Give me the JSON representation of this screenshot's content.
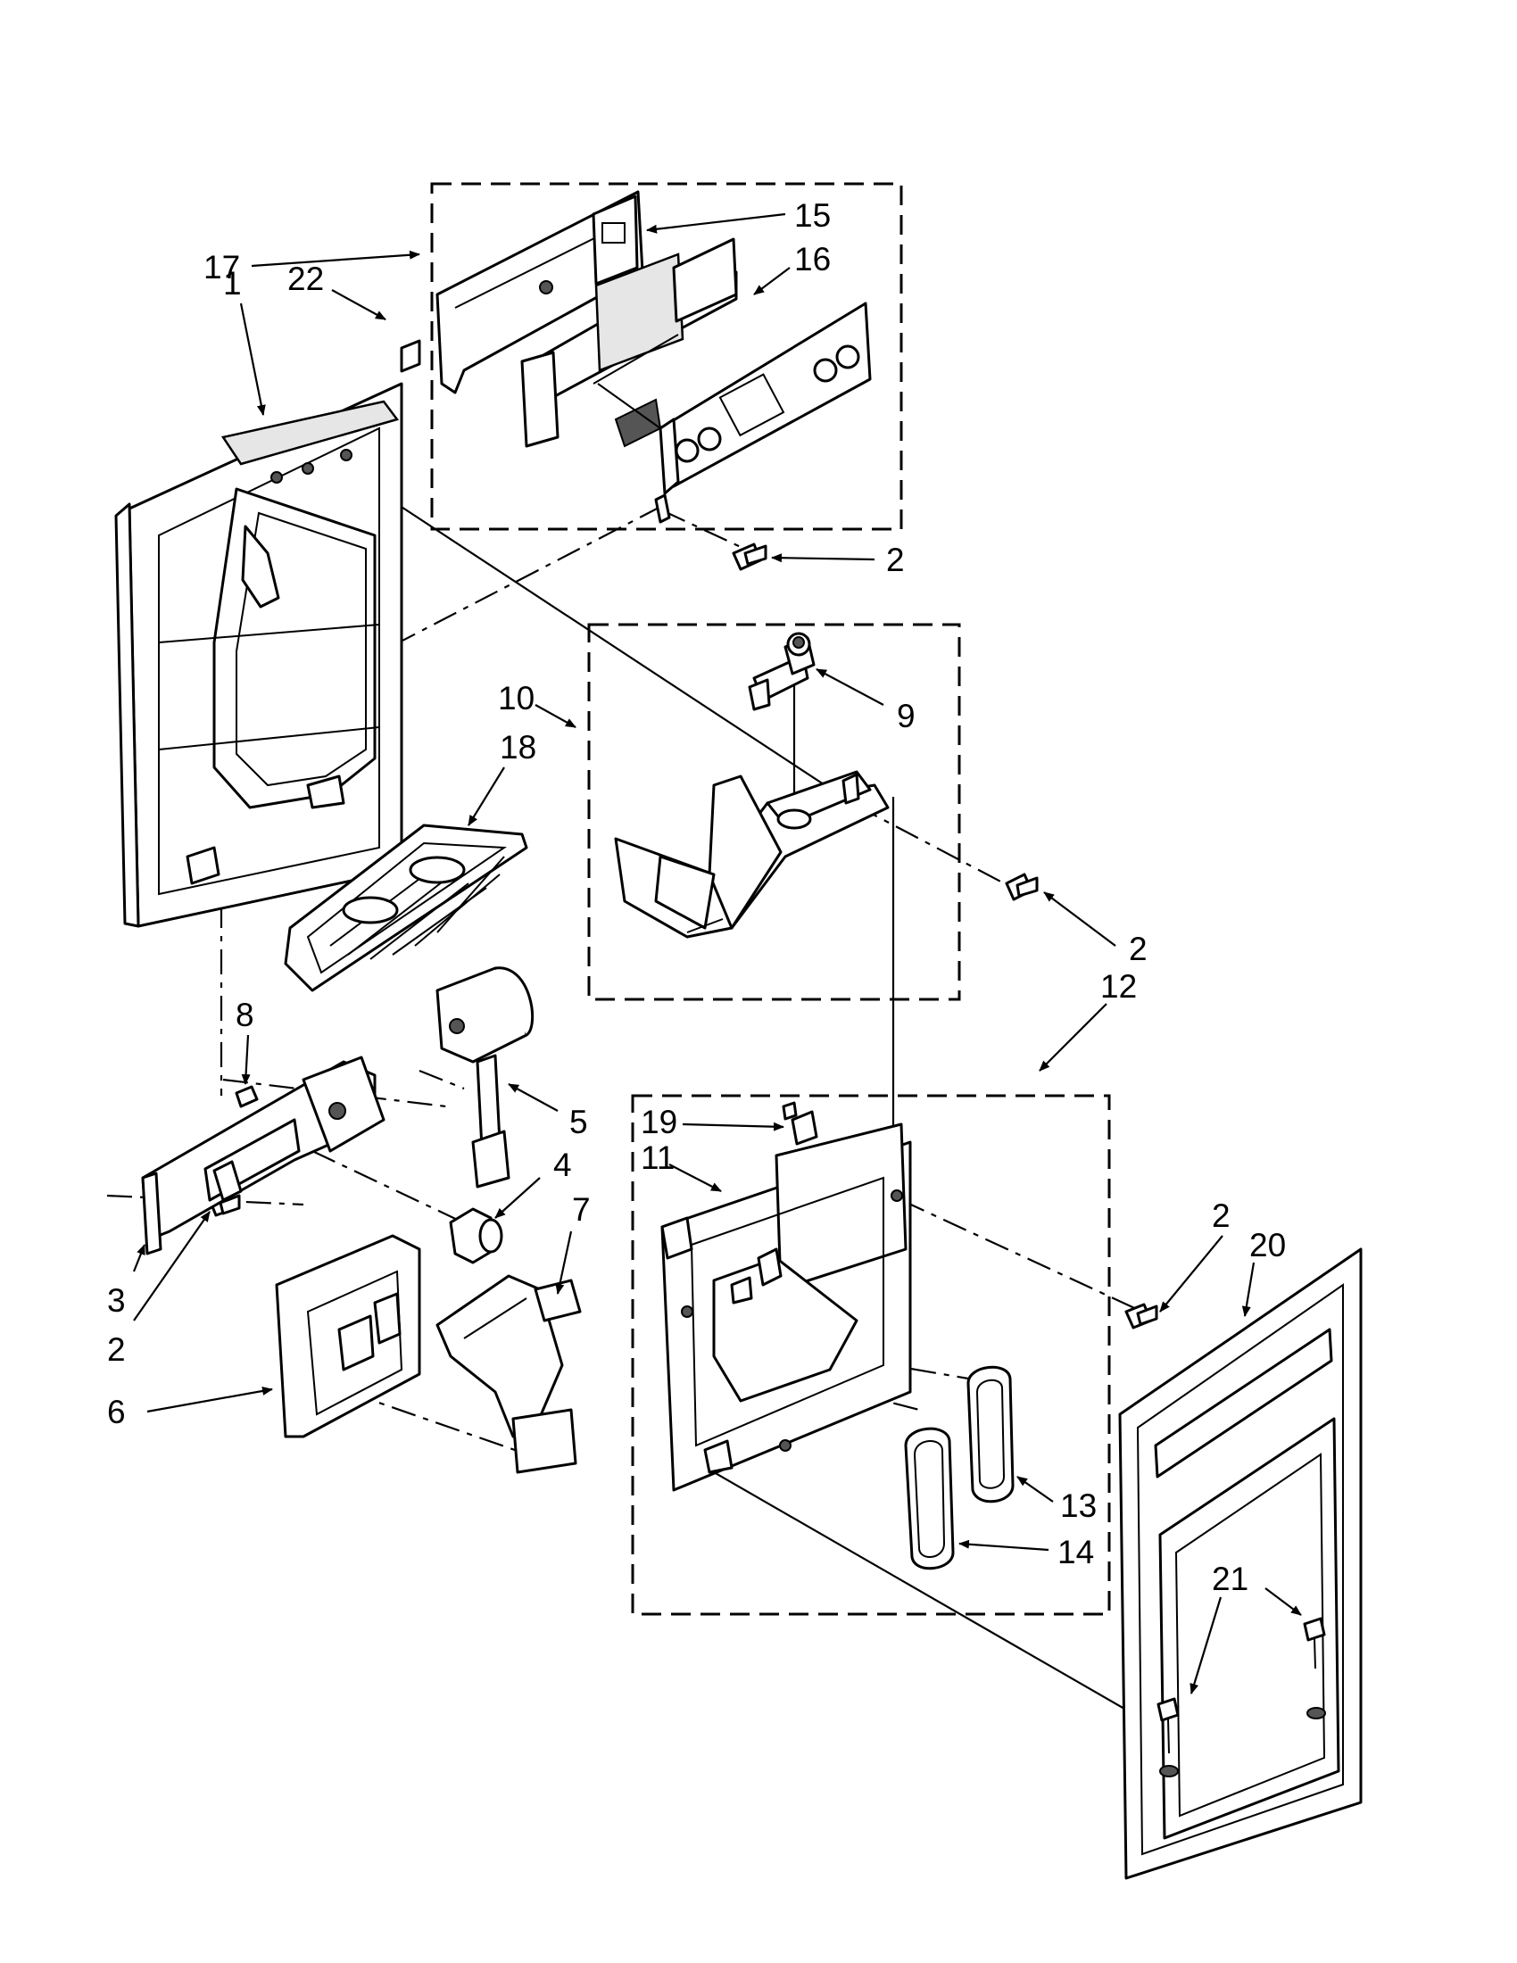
{
  "labels": [
    {
      "id": "1",
      "text": "1"
    },
    {
      "id": "2a",
      "text": "2"
    },
    {
      "id": "2b",
      "text": "2"
    },
    {
      "id": "2c",
      "text": "2"
    },
    {
      "id": "2d",
      "text": "2"
    },
    {
      "id": "3",
      "text": "3"
    },
    {
      "id": "4",
      "text": "4"
    },
    {
      "id": "5",
      "text": "5"
    },
    {
      "id": "6",
      "text": "6"
    },
    {
      "id": "7",
      "text": "7"
    },
    {
      "id": "8",
      "text": "8"
    },
    {
      "id": "9",
      "text": "9"
    },
    {
      "id": "10",
      "text": "10"
    },
    {
      "id": "11",
      "text": "11"
    },
    {
      "id": "12",
      "text": "12"
    },
    {
      "id": "13",
      "text": "13"
    },
    {
      "id": "14",
      "text": "14"
    },
    {
      "id": "15",
      "text": "15"
    },
    {
      "id": "16",
      "text": "16"
    },
    {
      "id": "17",
      "text": "17"
    },
    {
      "id": "18",
      "text": "18"
    },
    {
      "id": "19",
      "text": "19"
    },
    {
      "id": "20",
      "text": "20"
    },
    {
      "id": "21",
      "text": "21"
    },
    {
      "id": "22",
      "text": "22"
    }
  ]
}
